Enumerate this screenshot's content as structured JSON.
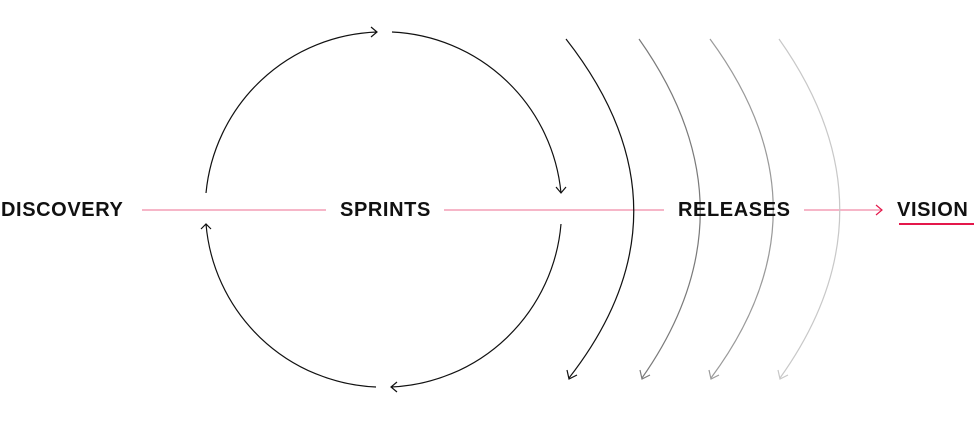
{
  "labels": {
    "discovery": "DISCOVERY",
    "sprints": "SPRINTS",
    "releases": "RELEASES",
    "vision": "VISION"
  },
  "colors": {
    "accent": "#e4184b",
    "accent_light": "#f08aa6",
    "ink": "#111111",
    "release_arcs": [
      "#111111",
      "#7a7a7a",
      "#9a9a9a",
      "#c8c8c8"
    ]
  },
  "icons": {
    "flow_arrow": "arrow-right-icon",
    "cycle_arrow": "chevron-arrow-icon"
  }
}
